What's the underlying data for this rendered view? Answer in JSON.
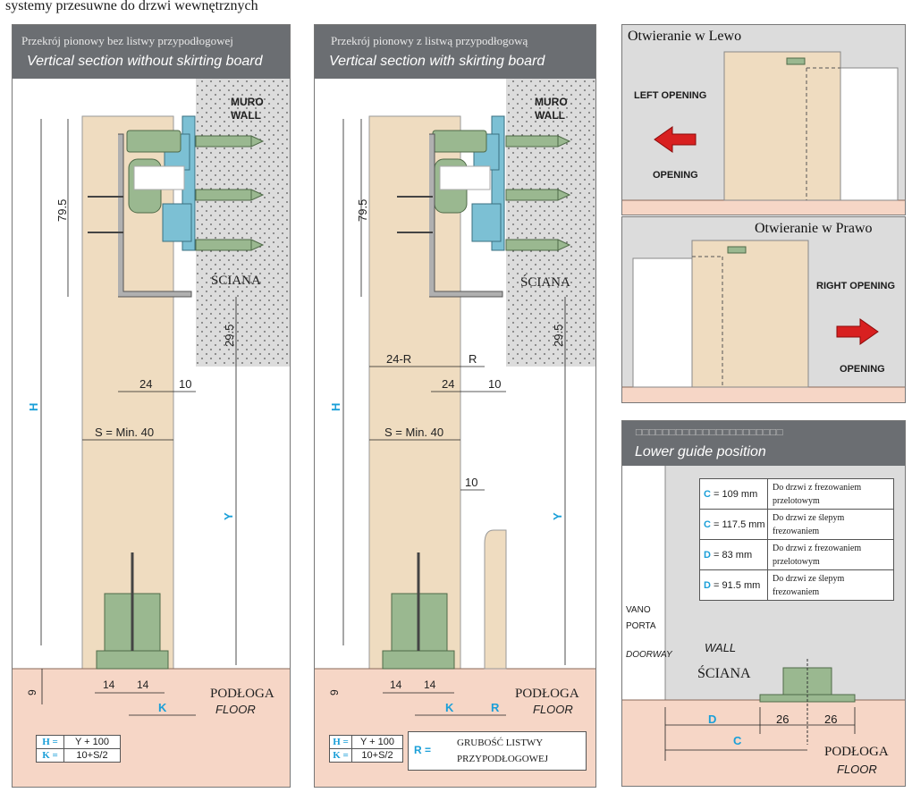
{
  "page_title": "systemy przesuwne do drzwi wewnętrznych",
  "panel_left": {
    "title_pl": "Przekrój pionowy bez listwy przypodłogowej",
    "title_en": "Vertical section without skirting board",
    "wall_pl": "MURO",
    "wall_en": "WALL",
    "sciana": "ŚCIANA",
    "dim_795": "79.5",
    "dim_295": "29.5",
    "dim_H": "H",
    "dim_Y": "Y",
    "dim_24": "24",
    "dim_10": "10",
    "dim_S": "S = Min. 40",
    "dim_9": "9",
    "dim_14a": "14",
    "dim_14b": "14",
    "dim_K": "K",
    "floor_pl": "PODŁOGA",
    "floor_en": "FLOOR",
    "legend": [
      {
        "key": "H =",
        "value": "Y + 100"
      },
      {
        "key": "K =",
        "value": "10+S/2"
      }
    ]
  },
  "panel_mid": {
    "title_pl": "Przekrój pionowy z listwą przypodłogową",
    "title_en": "Vertical section with skirting board",
    "wall_pl": "MURO",
    "wall_en": "WALL",
    "sciana": "ŚCIANA",
    "dim_795": "79.5",
    "dim_295": "29.5",
    "dim_H": "H",
    "dim_Y": "Y",
    "dim_24R": "24-R",
    "dim_R": "R",
    "dim_24": "24",
    "dim_10": "10",
    "dim_S": "S = Min. 40",
    "dim_10b": "10",
    "dim_9": "9",
    "dim_14a": "14",
    "dim_14b": "14",
    "dim_K": "K",
    "dim_R2": "R",
    "floor_pl": "PODŁOGA",
    "floor_en": "FLOOR",
    "legend": [
      {
        "key": "H =",
        "value": "Y + 100"
      },
      {
        "key": "K =",
        "value": "10+S/2"
      }
    ],
    "legend_r_key": "R =",
    "legend_r_line1": "GRUBOŚĆ LISTWY",
    "legend_r_line2": "PRZYPODŁOGOWEJ"
  },
  "panel_lewo": {
    "title": "Otwieranie w Lewo",
    "label_1": "LEFT OPENING",
    "label_2": "OPENING"
  },
  "panel_prawo": {
    "title": "Otwieranie w Prawo",
    "label_1": "RIGHT OPENING",
    "label_2": "OPENING"
  },
  "panel_lower": {
    "title_pl": "□□□□□□□□□□□□□□□□□□□□□□",
    "title_en": "Lower guide position",
    "table": [
      {
        "key": "C",
        "value": "= 109 mm",
        "desc1": "Do drzwi z frezowaniem",
        "desc2": "przelotowym"
      },
      {
        "key": "C",
        "value": "= 117.5 mm",
        "desc1": "Do drzwi ze ślepym",
        "desc2": "frezowaniem"
      },
      {
        "key": "D",
        "value": "= 83 mm",
        "desc1": "Do drzwi z frezowaniem",
        "desc2": "przelotowym"
      },
      {
        "key": "D",
        "value": "= 91.5 mm",
        "desc1": "Do drzwi ze ślepym",
        "desc2": "frezowaniem"
      }
    ],
    "vano": "VANO",
    "porta": "PORTA",
    "doorway": "DOORWAY",
    "wall": "WALL",
    "sciana": "ŚCIANA",
    "dim_D": "D",
    "dim_26a": "26",
    "dim_26b": "26",
    "dim_C": "C",
    "floor_pl": "PODŁOGA",
    "floor_en": "FLOOR"
  },
  "colors": {
    "header_gray": "#6b6e72",
    "wood": "#efdcc0",
    "floor": "#f6d6c6",
    "wall_gray": "#d8d8d8",
    "cyan_dim": "#1a9fd8",
    "arrow_red": "#d82020",
    "hardware_green": "#9ab890",
    "hardware_blue": "#7cc0d4"
  }
}
